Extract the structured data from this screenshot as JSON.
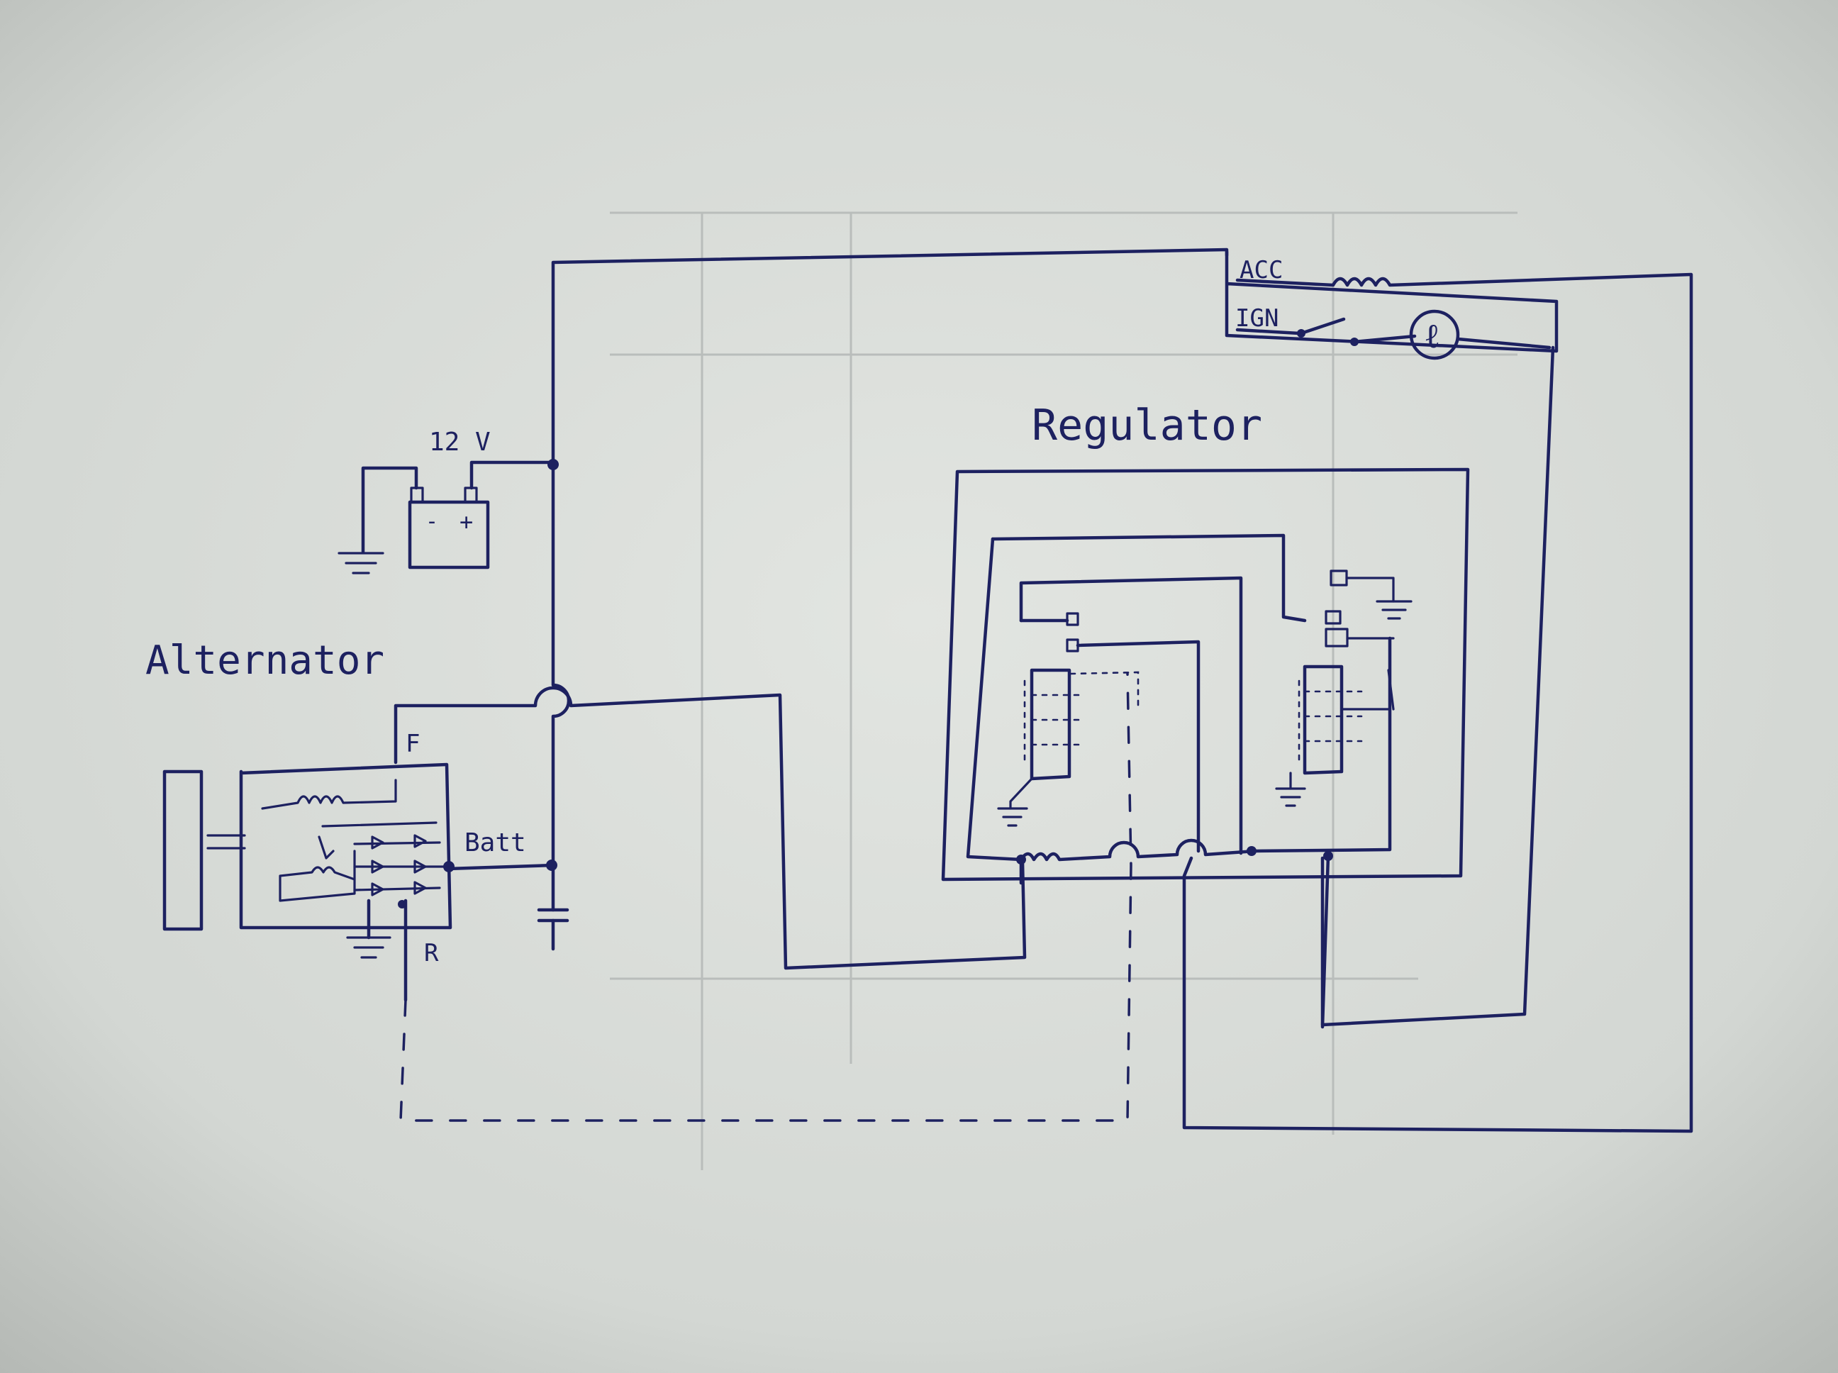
{
  "diagram": {
    "labels": {
      "alternator": "Alternator",
      "regulator": "Regulator",
      "battery_voltage": "12 V",
      "battery_minus": "-",
      "battery_plus": "+",
      "field_terminal": "F",
      "batt_terminal": "Batt",
      "r_terminal": "R",
      "acc": "ACC",
      "ign": "IGN",
      "lamp_symbol": "ℓ"
    },
    "colors": {
      "paper": "#cfd3cf",
      "ink": "#1d2160"
    }
  }
}
